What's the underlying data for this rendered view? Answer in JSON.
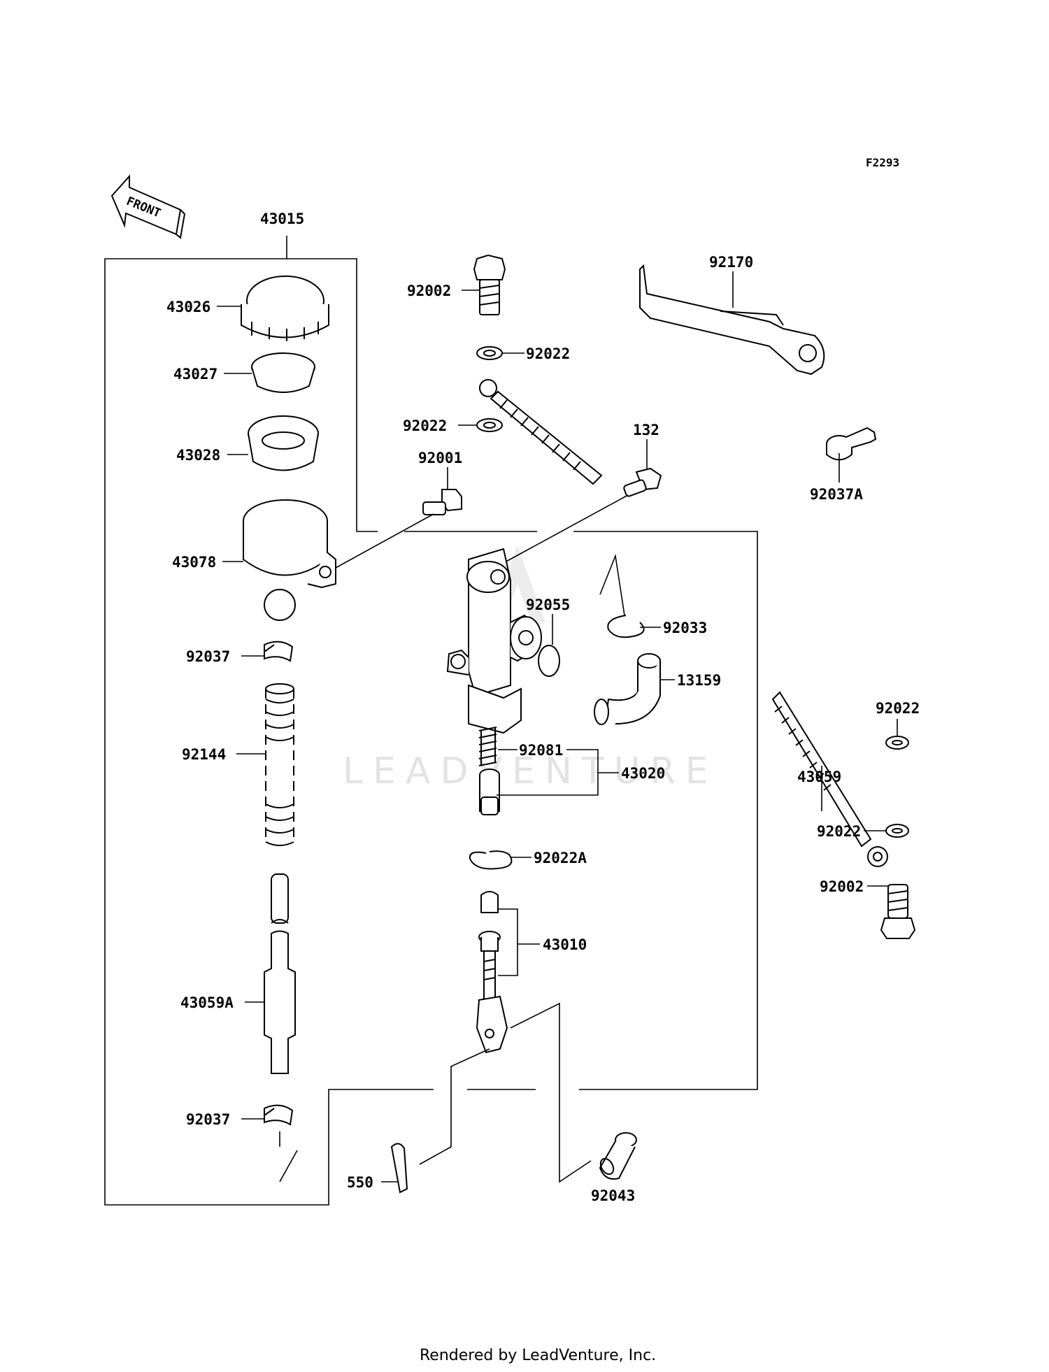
{
  "diagram": {
    "code": "F2293",
    "front_label": "FRONT",
    "watermark": "LEADVENTURE",
    "footer": "Rendered by LeadVenture, Inc."
  },
  "parts": [
    {
      "id": "43015",
      "label": "43015"
    },
    {
      "id": "43026",
      "label": "43026"
    },
    {
      "id": "43027",
      "label": "43027"
    },
    {
      "id": "43028",
      "label": "43028"
    },
    {
      "id": "43078",
      "label": "43078"
    },
    {
      "id": "92037",
      "label": "92037"
    },
    {
      "id": "92144",
      "label": "92144"
    },
    {
      "id": "43059A",
      "label": "43059A"
    },
    {
      "id": "92037b",
      "label": "92037"
    },
    {
      "id": "92002",
      "label": "92002"
    },
    {
      "id": "92022a",
      "label": "92022"
    },
    {
      "id": "92022b",
      "label": "92022"
    },
    {
      "id": "92001",
      "label": "92001"
    },
    {
      "id": "132",
      "label": "132"
    },
    {
      "id": "92170",
      "label": "92170"
    },
    {
      "id": "92037A",
      "label": "92037A"
    },
    {
      "id": "92055",
      "label": "92055"
    },
    {
      "id": "92033",
      "label": "92033"
    },
    {
      "id": "13159",
      "label": "13159"
    },
    {
      "id": "92081",
      "label": "92081"
    },
    {
      "id": "43020",
      "label": "43020"
    },
    {
      "id": "92022A",
      "label": "92022A"
    },
    {
      "id": "43010",
      "label": "43010"
    },
    {
      "id": "550",
      "label": "550"
    },
    {
      "id": "92043",
      "label": "92043"
    },
    {
      "id": "92022c",
      "label": "92022"
    },
    {
      "id": "43059",
      "label": "43059"
    },
    {
      "id": "92022d",
      "label": "92022"
    },
    {
      "id": "92002b",
      "label": "92002"
    }
  ]
}
